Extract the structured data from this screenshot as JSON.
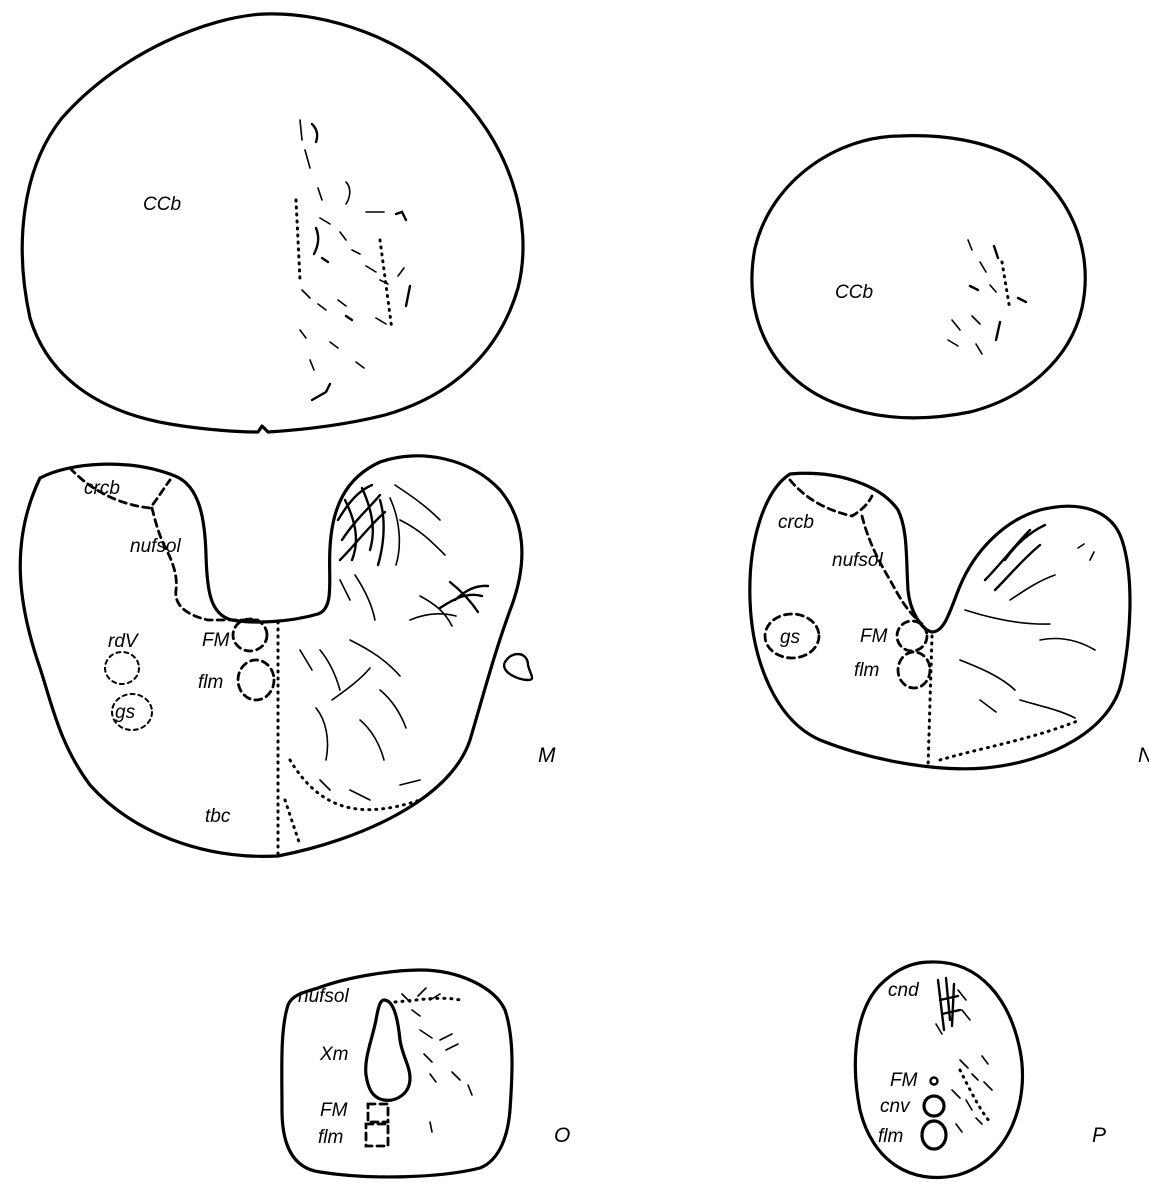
{
  "panels": {
    "M": {
      "letter": "M",
      "labels": {
        "ccb": "CCb",
        "crcb": "crcb",
        "nufsol": "nufsol",
        "rdv": "rdV",
        "fm": "FM",
        "flm": "flm",
        "gs": "gs",
        "tbc": "tbc"
      }
    },
    "N": {
      "letter": "N",
      "labels": {
        "ccb": "CCb",
        "crcb": "crcb",
        "nufsol": "nufsol",
        "gs": "gs",
        "fm": "FM",
        "flm": "flm"
      }
    },
    "O": {
      "letter": "O",
      "labels": {
        "nufsol": "nufsol",
        "xm": "Xm",
        "fm": "FM",
        "flm": "flm"
      }
    },
    "P": {
      "letter": "P",
      "labels": {
        "cnd": "cnd",
        "fm": "FM",
        "cnv": "cnv",
        "flm": "flm"
      }
    }
  }
}
